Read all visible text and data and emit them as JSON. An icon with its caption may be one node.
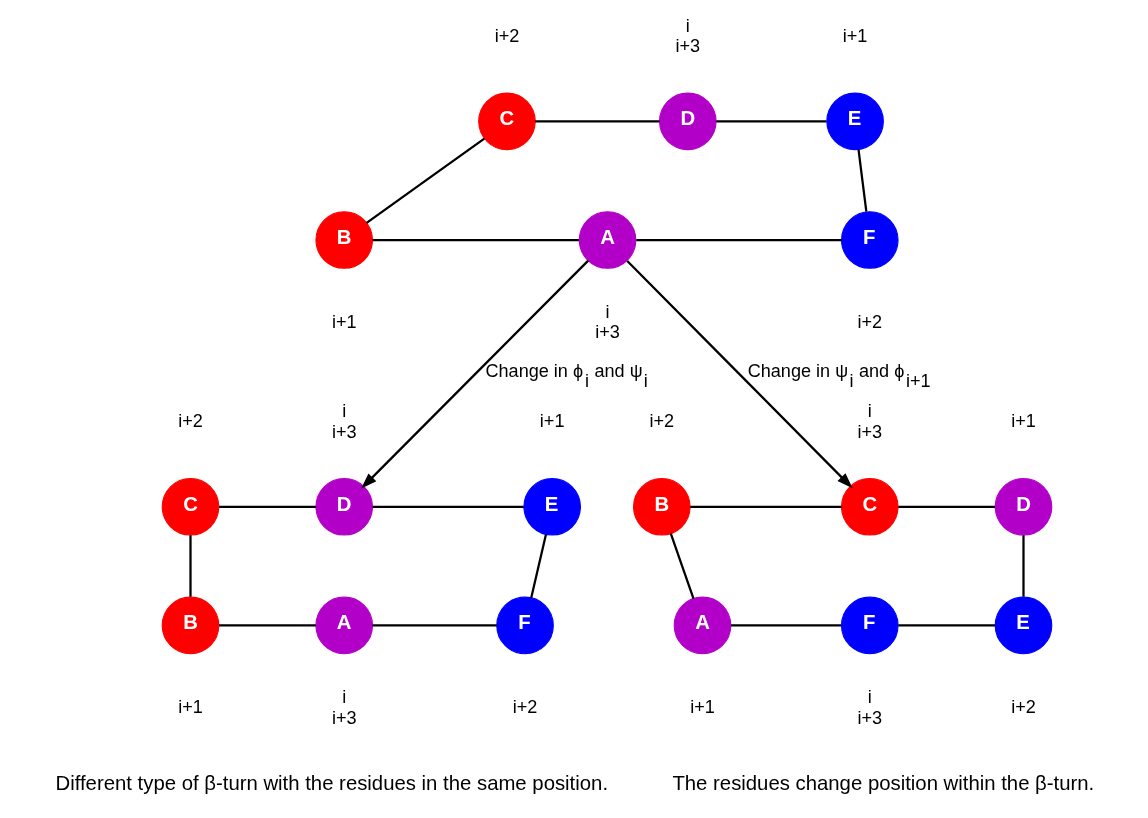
{
  "diagram": {
    "nodes": [
      {
        "text": [
          "C"
        ],
        "beside": [
          "i+2"
        ]
      },
      {
        "text": [
          "D"
        ],
        "beside": [
          "i",
          "i+3"
        ]
      },
      {
        "text": [
          "E"
        ],
        "beside": [
          "i+1"
        ]
      },
      {
        "text": [
          "B"
        ],
        "beside": [
          "i+1"
        ]
      },
      {
        "text": [
          "A"
        ],
        "beside": [
          "i",
          "i+3"
        ]
      },
      {
        "text": [
          "F"
        ],
        "beside": [
          "i+2"
        ]
      },
      {
        "text": [
          "C"
        ],
        "beside": [
          "i+2"
        ]
      },
      {
        "text": [
          "D"
        ],
        "beside": [
          "i",
          "i+3"
        ]
      },
      {
        "text": [
          "E"
        ],
        "beside": [
          "i+1"
        ]
      },
      {
        "text": [
          "B"
        ],
        "beside": [
          "i+1"
        ]
      },
      {
        "text": [
          "A"
        ],
        "beside": [
          "i",
          "i+3"
        ]
      },
      {
        "text": [
          "F"
        ],
        "beside": [
          "i+2"
        ]
      },
      {
        "text": [
          "B"
        ],
        "beside": [
          "i+2"
        ]
      },
      {
        "text": [
          "C"
        ],
        "beside": [
          "i",
          "i+3"
        ]
      },
      {
        "text": [
          "D"
        ],
        "beside": [
          "i+1"
        ]
      },
      {
        "text": [
          "A"
        ],
        "beside": [
          "i+1"
        ]
      },
      {
        "text": [
          "F"
        ],
        "beside": [
          "i",
          "i+3"
        ]
      },
      {
        "text": [
          "E"
        ],
        "beside": [
          "i+2"
        ]
      }
    ],
    "edges": [
      {
        "from": 0,
        "to": 1,
        "arrow": "none"
      },
      {
        "from": 1,
        "to": 2,
        "arrow": "none"
      },
      {
        "from": 0,
        "to": 3,
        "arrow": "none"
      },
      {
        "from": 2,
        "to": 5,
        "arrow": "none"
      },
      {
        "from": 3,
        "to": 4,
        "arrow": "none"
      },
      {
        "from": 4,
        "to": 5,
        "arrow": "none"
      },
      {
        "from": 6,
        "to": 7,
        "arrow": "none"
      },
      {
        "from": 7,
        "to": 8,
        "arrow": "none"
      },
      {
        "from": 6,
        "to": 9,
        "arrow": "none"
      },
      {
        "from": 8,
        "to": 11,
        "arrow": "none"
      },
      {
        "from": 9,
        "to": 10,
        "arrow": "none"
      },
      {
        "from": 10,
        "to": 11,
        "arrow": "none"
      },
      {
        "from": 12,
        "to": 13,
        "arrow": "none"
      },
      {
        "from": 13,
        "to": 14,
        "arrow": "none"
      },
      {
        "from": 12,
        "to": 15,
        "arrow": "none"
      },
      {
        "from": 14,
        "to": 17,
        "arrow": "none"
      },
      {
        "from": 15,
        "to": 16,
        "arrow": "none"
      },
      {
        "from": 16,
        "to": 17,
        "arrow": "none"
      },
      {
        "from": 4,
        "to": 7,
        "arrow": "to",
        "label": "Change in ϕ$_{i}$ and ψ$_{i}$"
      },
      {
        "from": 4,
        "to": 13,
        "arrow": "to",
        "label": "Change in ψ$_{i}$ and ϕ$_{i+1}$"
      }
    ],
    "labels": [
      "Different type of β-turn with the residues in the same position.",
      "The residues change position within the β-turn."
    ]
  }
}
